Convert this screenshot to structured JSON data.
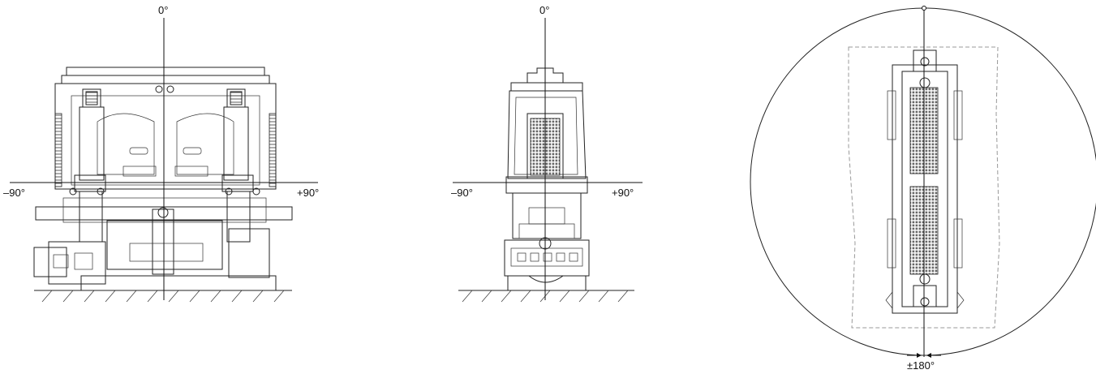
{
  "views": {
    "front": {
      "top": "0°",
      "left": "–90°",
      "right": "+90°"
    },
    "side": {
      "top": "0°",
      "left": "–90°",
      "right": "+90°"
    },
    "top": {
      "bottom": "±180°"
    }
  }
}
